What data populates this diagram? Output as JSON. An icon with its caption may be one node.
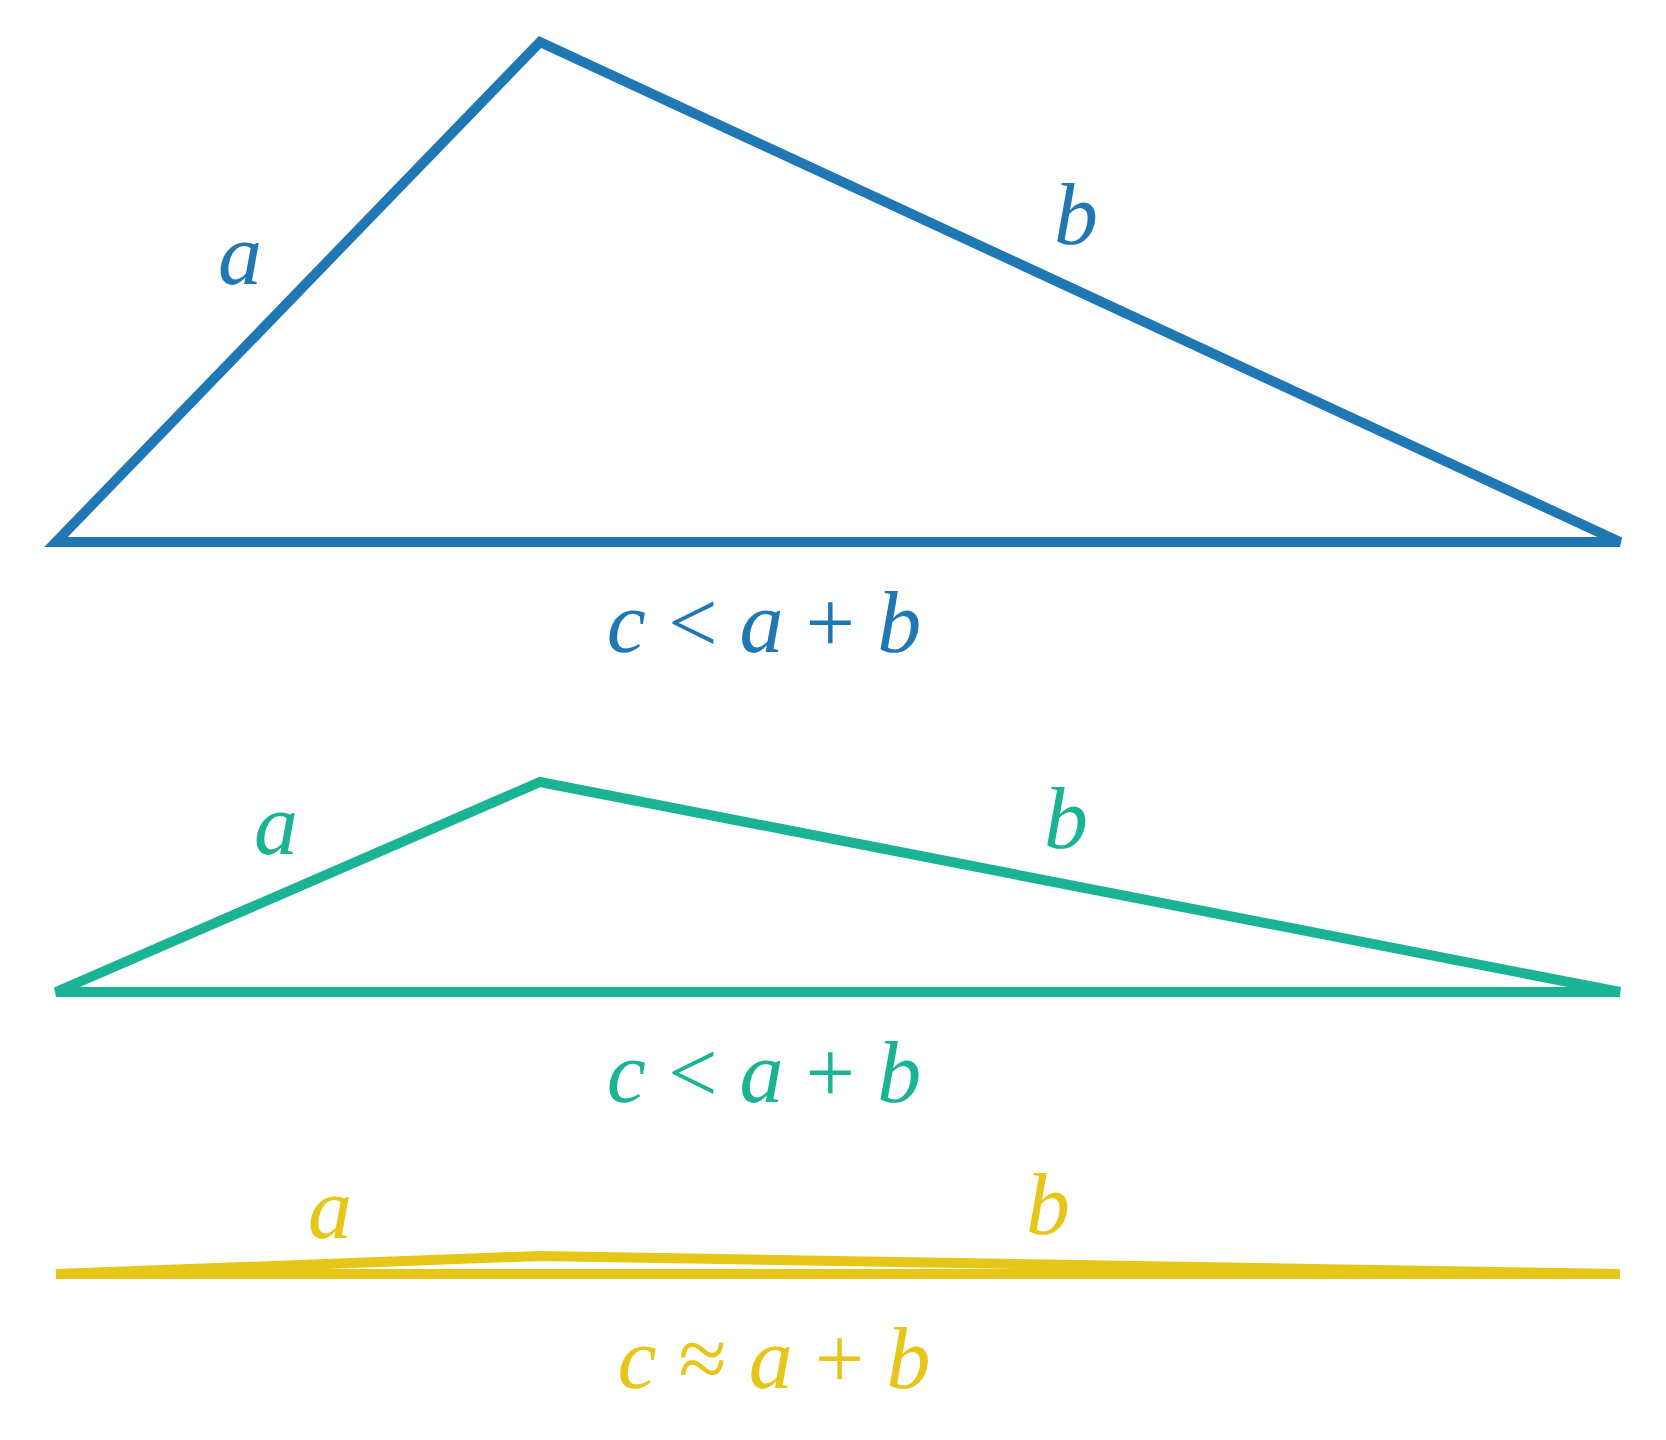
{
  "diagram": {
    "labels": [
      "a",
      "b",
      "*c* < *a* + *b*",
      "a",
      "b",
      "*c* < *a* + *b*",
      "a",
      "b",
      "*c* ≈ *a* + *b*"
    ]
  }
}
